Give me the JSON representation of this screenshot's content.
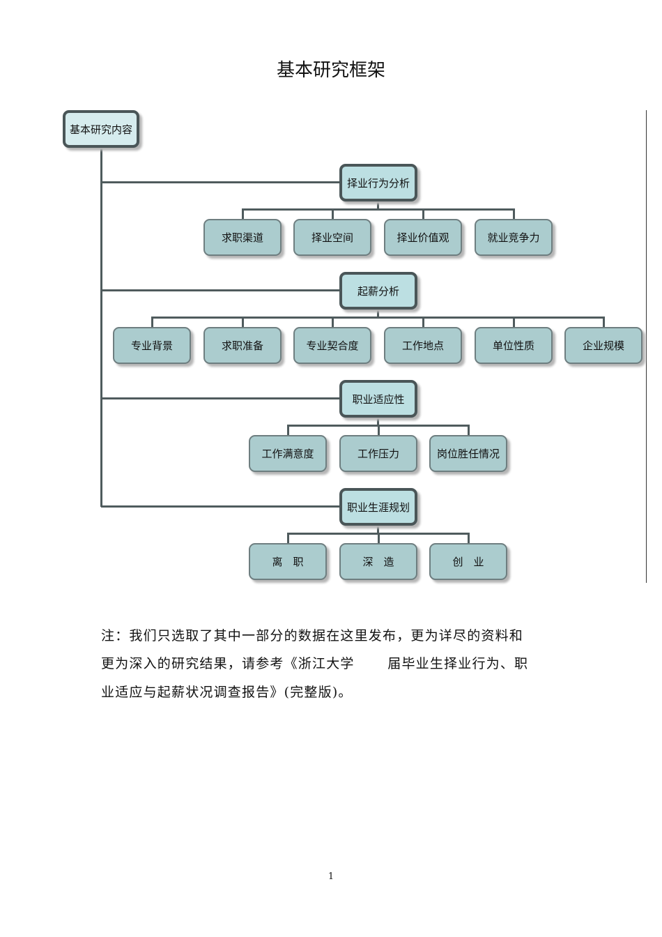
{
  "title": "基本研究框架",
  "diagram": {
    "root": "基本研究内容",
    "branches": [
      {
        "label": "择业行为分析",
        "children": [
          "求职渠道",
          "择业空间",
          "择业价值观",
          "就业竞争力"
        ]
      },
      {
        "label": "起薪分析",
        "children": [
          "专业背景",
          "求职准备",
          "专业契合度",
          "工作地点",
          "单位性质",
          "企业规模"
        ]
      },
      {
        "label": "职业适应性",
        "children": [
          "工作满意度",
          "工作压力",
          "岗位胜任情况"
        ]
      },
      {
        "label": "职业生涯规划",
        "children": [
          "离　职",
          "深　造",
          "创　业"
        ]
      }
    ]
  },
  "note": {
    "lines": [
      "注：我们只选取了其中一部分的数据在这里发布，更为详尽的资料和",
      "更为深入的研究结果，请参考《浙江大学　　 届毕业生择业行为、职",
      "业适应与起薪状况调查报告》(完整版)。"
    ]
  },
  "page_number": "1"
}
